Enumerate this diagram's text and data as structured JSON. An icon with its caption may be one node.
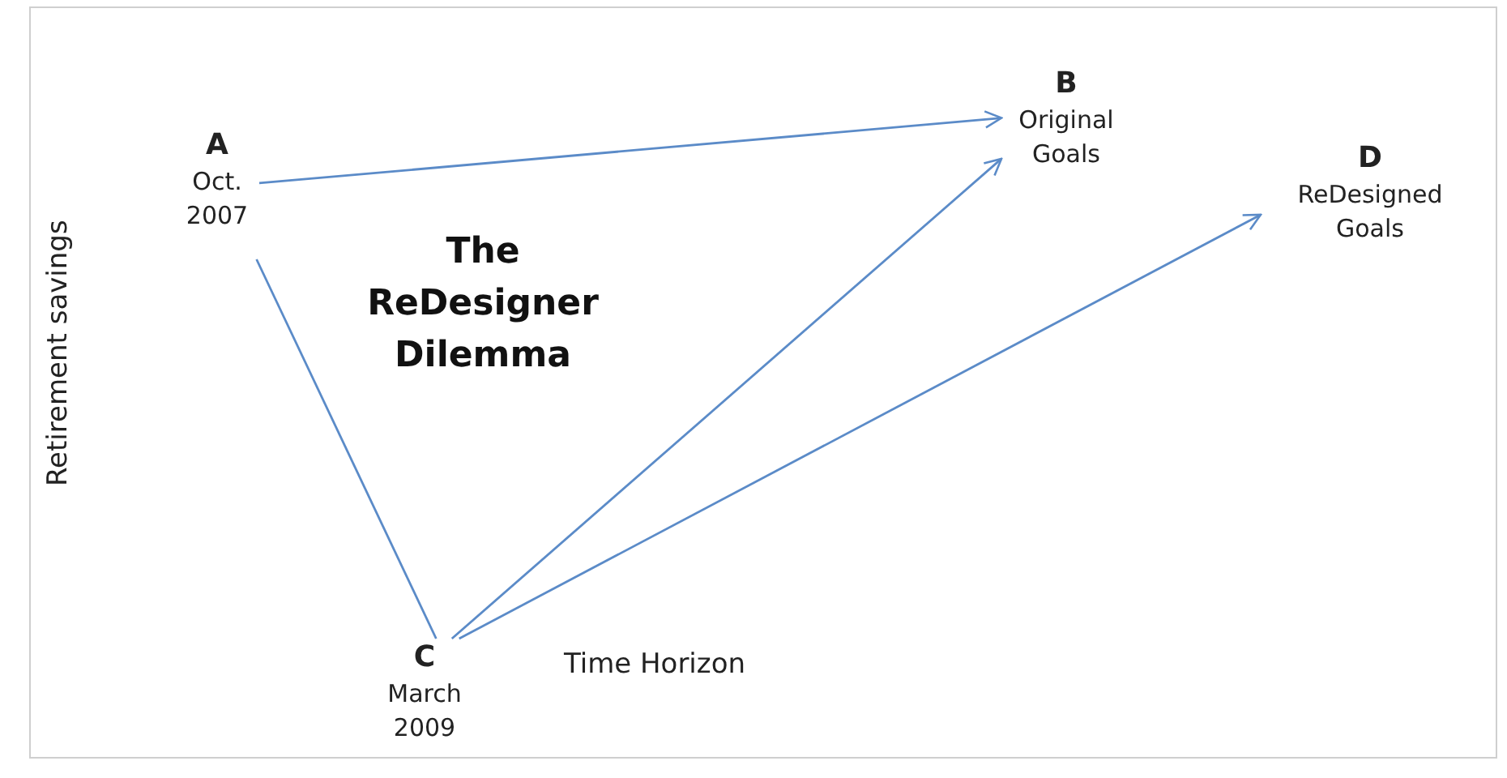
{
  "diagram": {
    "title": "The ReDesigner Dilemma",
    "nodes": [
      {
        "text": [
          "A",
          "Oct. 2007"
        ]
      },
      {
        "text": [
          "B",
          "Original Goals"
        ]
      },
      {
        "text": [
          "C",
          "March 2009"
        ]
      },
      {
        "text": [
          "D",
          "ReDesigned Goals"
        ]
      }
    ],
    "edges": [
      {
        "from": 0,
        "to": 1,
        "arrow": "to"
      },
      {
        "from": 0,
        "to": 2,
        "arrow": "none"
      },
      {
        "from": 2,
        "to": 1,
        "arrow": "to"
      },
      {
        "from": 2,
        "to": 3,
        "arrow": "to"
      }
    ],
    "labels": [
      "Retirement savings",
      "Time Horizon"
    ]
  }
}
